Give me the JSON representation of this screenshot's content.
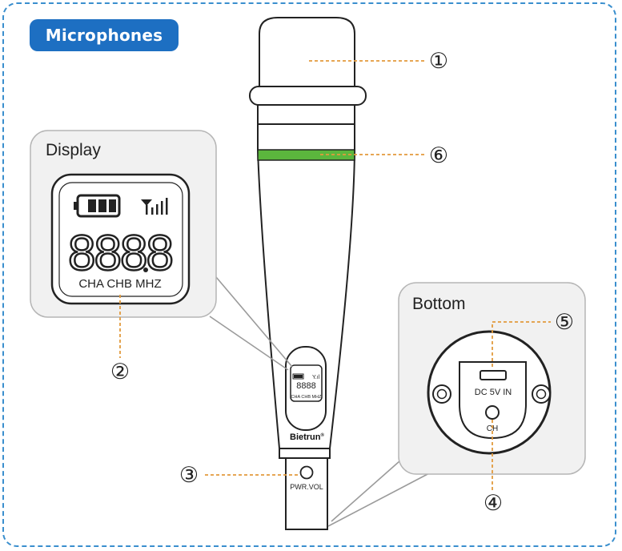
{
  "title": "Microphones",
  "display_panel": {
    "heading": "Display",
    "digits": "8888",
    "channels_label": "CHA CHB MHZ"
  },
  "bottom_panel": {
    "heading": "Bottom",
    "port_label": "DC 5V IN",
    "button_label": "CH"
  },
  "mic": {
    "brand": "Bietrun",
    "brand_mark": "®",
    "mini_digits": "8888",
    "mini_channels": "CHA CHB MHZ",
    "power_label": "PWR.VOL"
  },
  "callouts": [
    "①",
    "②",
    "③",
    "④",
    "⑤",
    "⑥"
  ],
  "colors": {
    "accent_blue": "#1d6fc2",
    "frame_dash": "#3a8fce",
    "leader_orange": "#e29a3c",
    "ring_green": "#5bb63d"
  }
}
